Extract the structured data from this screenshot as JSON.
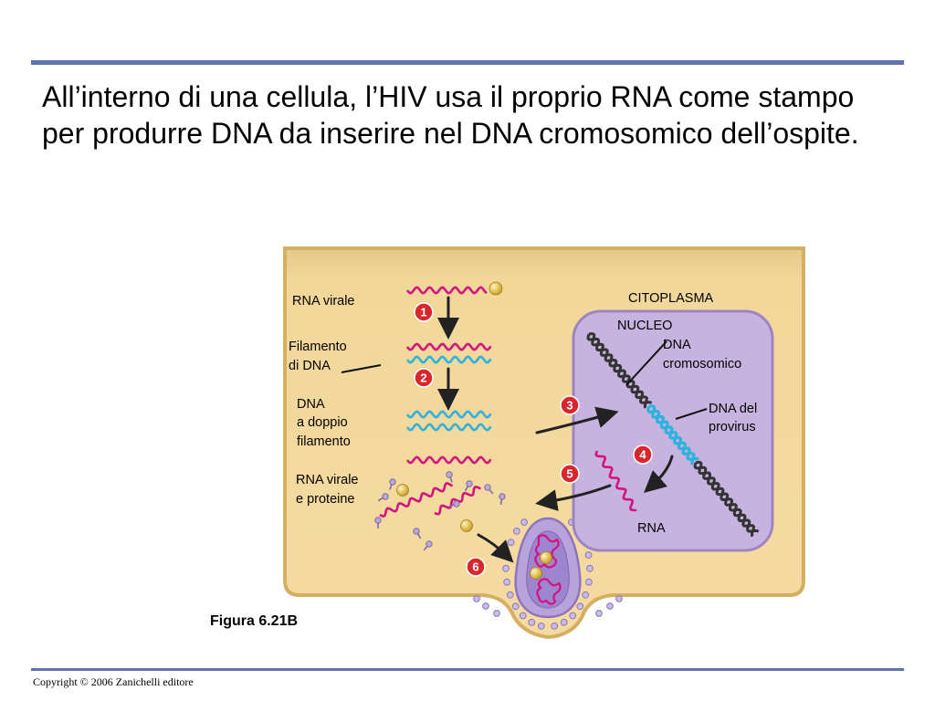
{
  "slide": {
    "title": "All’interno di una cellula, l’HIV usa il proprio RNA come stampo per produrre DNA da inserire nel DNA cromosomico dell’ospite.",
    "figure_caption": "Figura 6.21B",
    "copyright": "Copyright © 2006 Zanichelli editore"
  },
  "diagram": {
    "labels": {
      "viral_rna": "RNA virale",
      "dna_strand_1": "Filamento",
      "dna_strand_2": "di DNA",
      "ds_dna_1": "DNA",
      "ds_dna_2": "a doppio",
      "ds_dna_3": "filamento",
      "rna_proteins_1": "RNA virale",
      "rna_proteins_2": "e proteine",
      "cytoplasm": "CITOPLASMA",
      "nucleus": "NUCLEO",
      "chrom_dna_1": "DNA",
      "chrom_dna_2": "cromosomico",
      "provirus_1": "DNA del",
      "provirus_2": "provirus",
      "rna": "RNA"
    },
    "steps": [
      "1",
      "2",
      "3",
      "4",
      "5",
      "6"
    ],
    "colors": {
      "cytoplasm": "#f2d79a",
      "cell_membrane": "#d6ae62",
      "nucleus": "#c7b3df",
      "nucleus_border": "#9d85c0",
      "rna": "#d4137f",
      "dna": "#2fb1de",
      "chromosome": "#333333",
      "step_badge": "#d7262c",
      "rule": "#5b74b0"
    }
  }
}
